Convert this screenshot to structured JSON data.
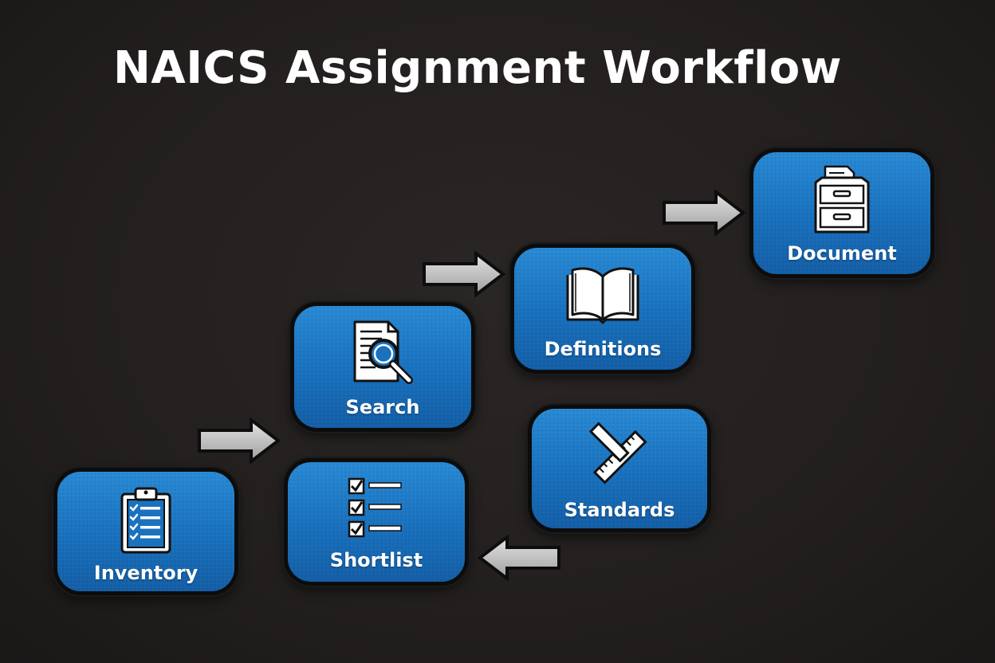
{
  "title": "NAICS Assignment Workflow",
  "steps": {
    "inventory": {
      "label": "Inventory",
      "icon": "clipboard-checklist-icon"
    },
    "search": {
      "label": "Search",
      "icon": "document-magnifier-icon"
    },
    "definitions": {
      "label": "Definitions",
      "icon": "open-book-icon"
    },
    "document": {
      "label": "Document",
      "icon": "file-cabinet-icon"
    },
    "standards": {
      "label": "Standards",
      "icon": "square-ruler-icon"
    },
    "shortlist": {
      "label": "Shortlist",
      "icon": "checklist-icon"
    }
  },
  "flow": [
    {
      "from": "Inventory",
      "to": "Search"
    },
    {
      "from": "Search",
      "to": "Definitions"
    },
    {
      "from": "Definitions",
      "to": "Document"
    },
    {
      "from": "Standards",
      "to": "Shortlist"
    }
  ],
  "colors": {
    "background": "#221f1e",
    "node_fill": "#1a72bf",
    "node_border": "#0c0c0c",
    "arrow": "#bdbdbd",
    "text": "#ffffff"
  }
}
